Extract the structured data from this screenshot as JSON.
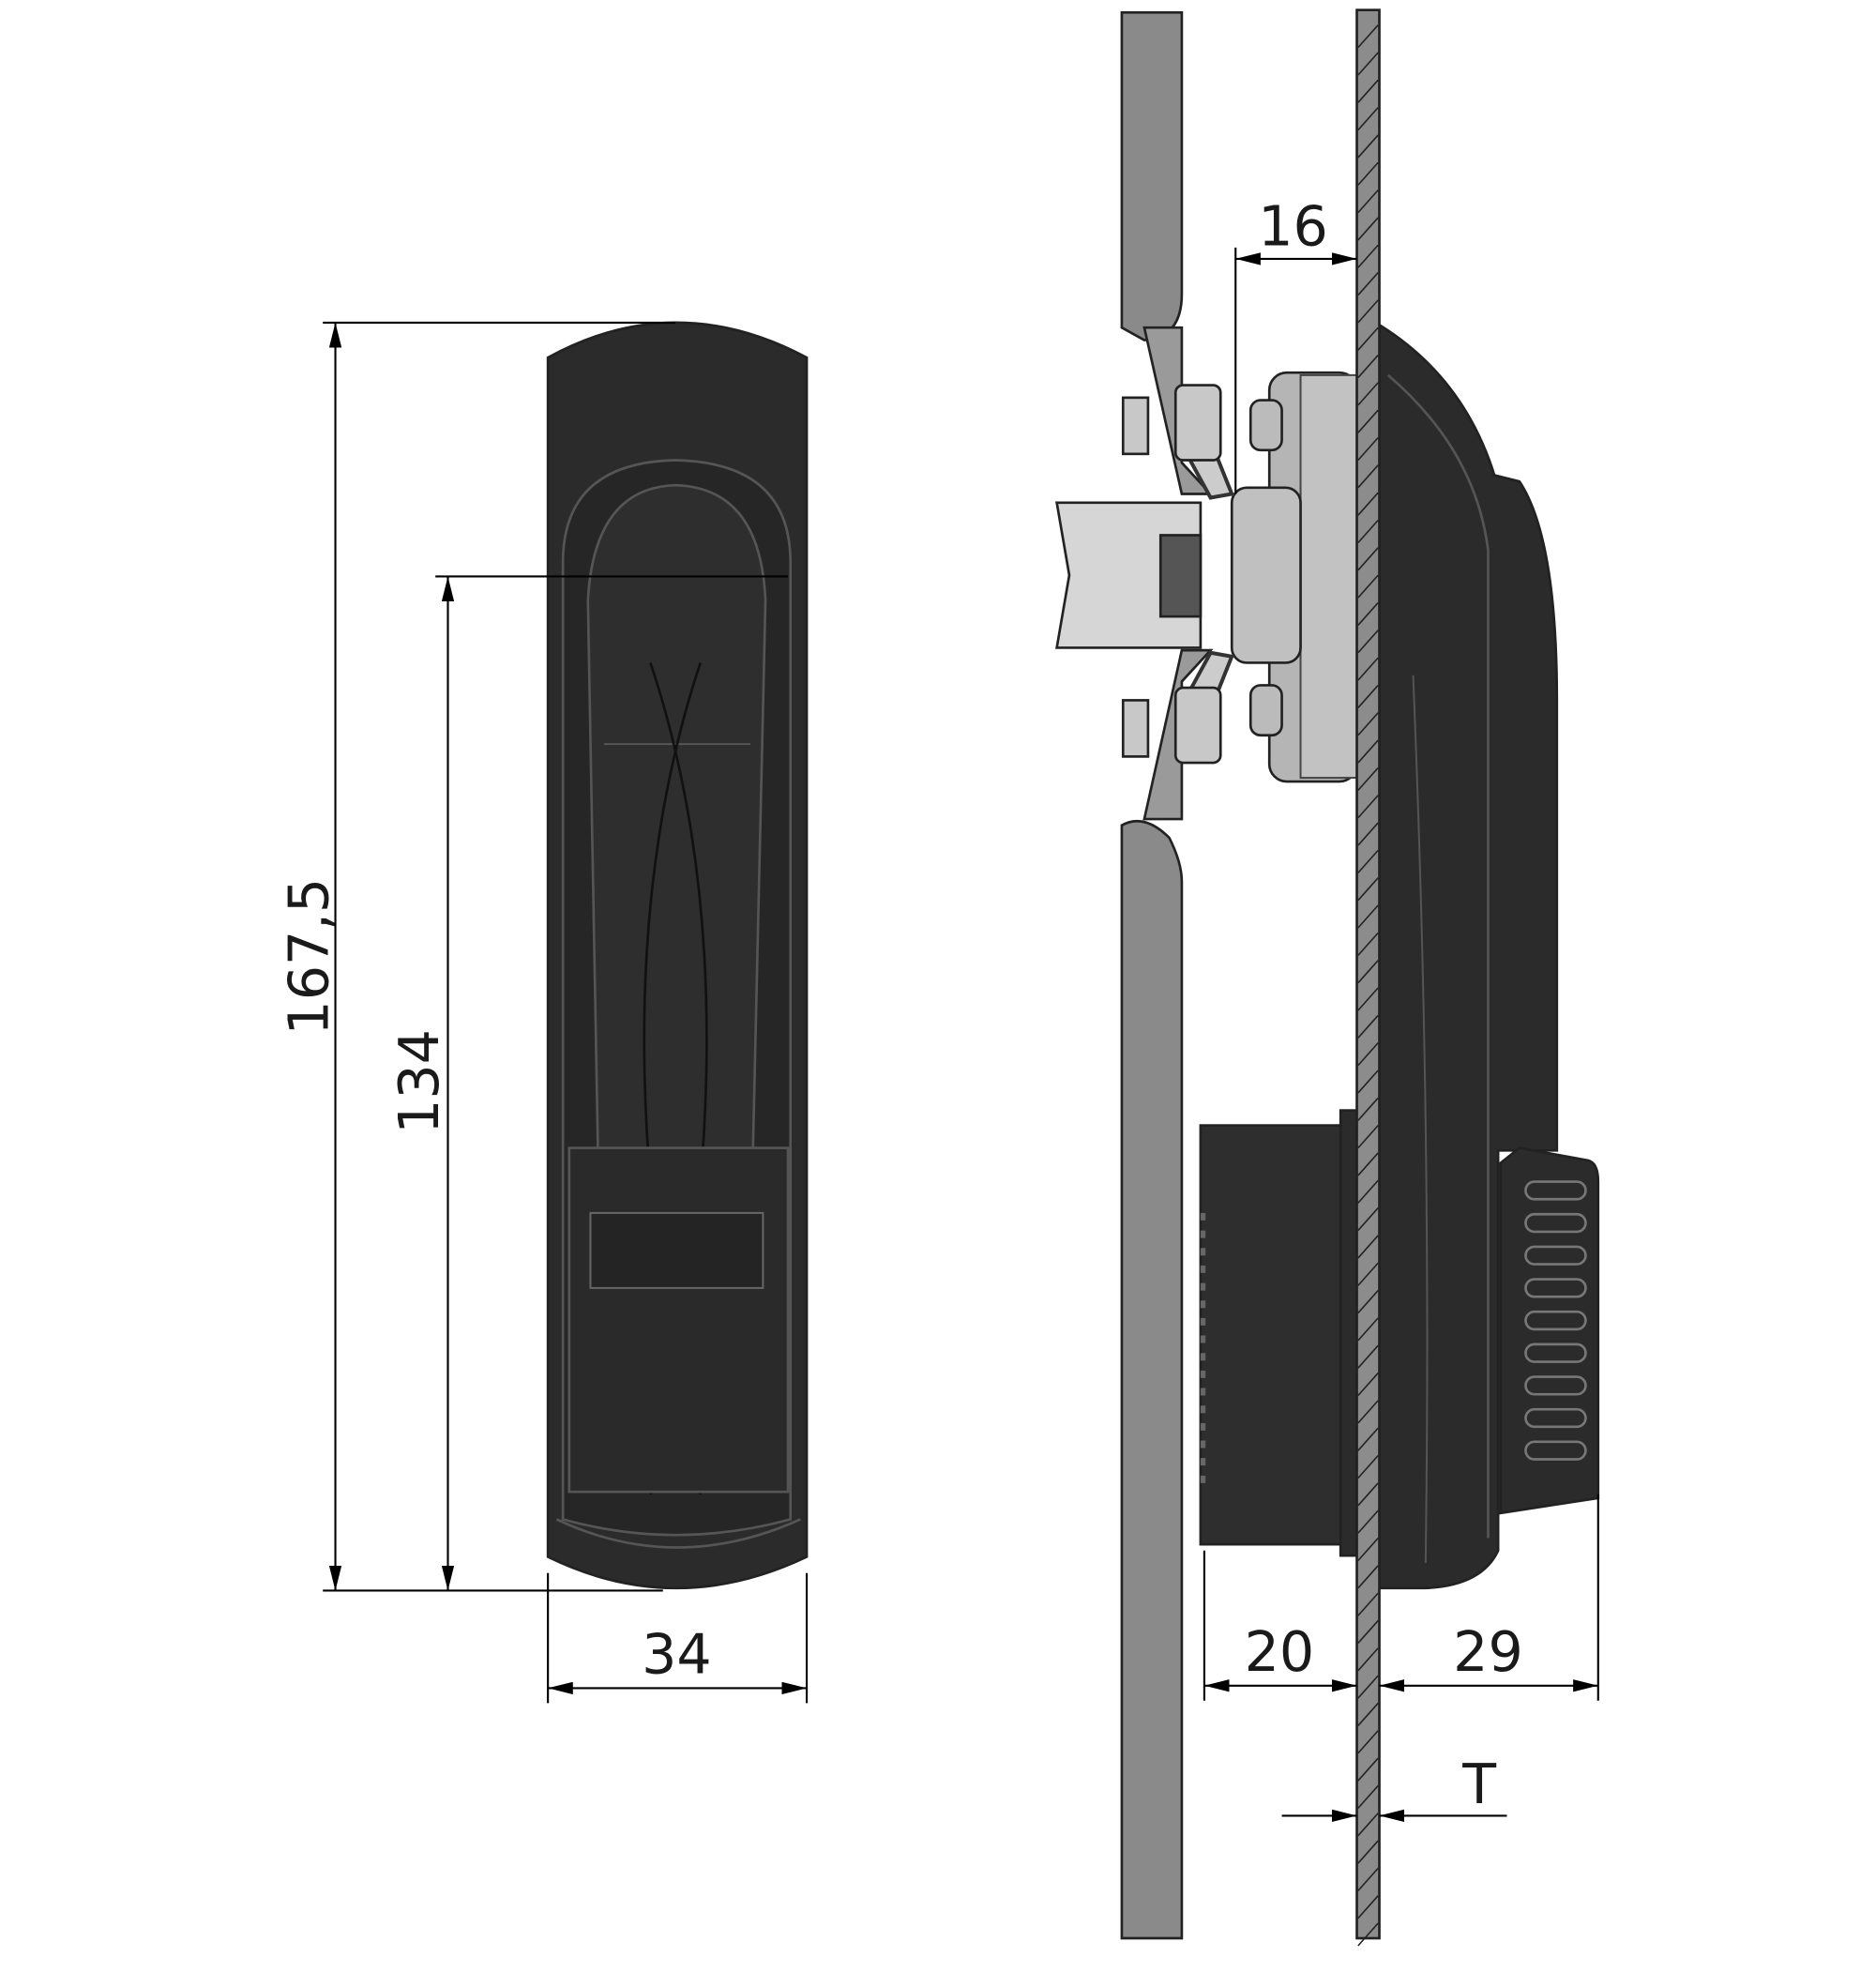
{
  "dimensions": {
    "overall_height": "167,5",
    "grip_height": "134",
    "width": "34",
    "door_gap": "16",
    "rear_depth": "20",
    "front_depth": "29",
    "thickness": "T"
  },
  "colors": {
    "handle_black": "#2b2b2b",
    "door_gray": "#8a8a8a",
    "metal_light": "#c8c8c8",
    "outline": "#111111"
  }
}
